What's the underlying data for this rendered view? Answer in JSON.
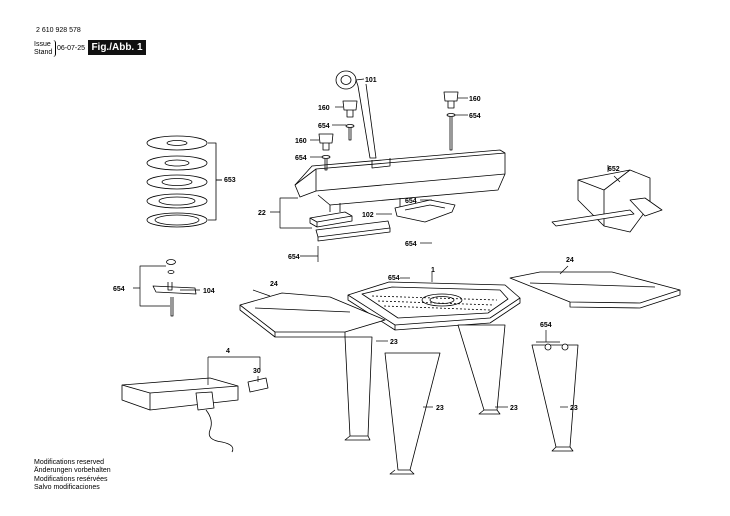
{
  "header": {
    "part_number": "2 610 928 578",
    "issue_label": "Issue",
    "stand_label": "Stand",
    "date": "06-07-25",
    "figure_label": "Fig./Abb. 1"
  },
  "callouts": {
    "c101": "101",
    "c160a": "160",
    "c160b": "160",
    "c160c": "160",
    "c654a": "654",
    "c654b": "654",
    "c654c": "654",
    "c654d": "654",
    "c654e": "654",
    "c654f": "654",
    "c654g": "654",
    "c654h": "654",
    "c654i": "654",
    "c653": "653",
    "c652": "652",
    "c22": "22",
    "c102": "102",
    "c1": "1",
    "c24a": "24",
    "c24b": "24",
    "c104": "104",
    "c4": "4",
    "c30": "30",
    "c23a": "23",
    "c23b": "23",
    "c23c": "23",
    "c23d": "23"
  },
  "notes": [
    "Modifications reserved",
    "Änderungen vorbehalten",
    "Modifications resérvées",
    "Salvo modificaciones"
  ]
}
